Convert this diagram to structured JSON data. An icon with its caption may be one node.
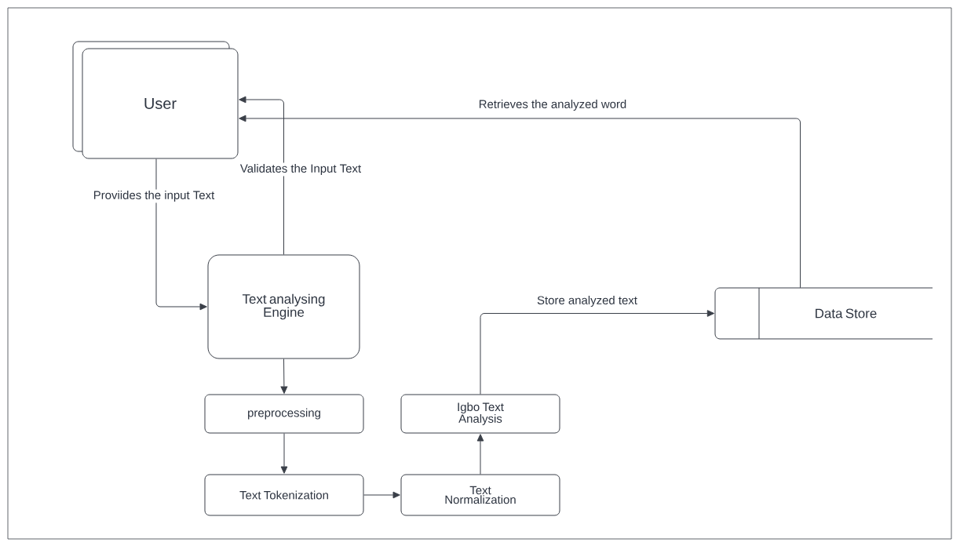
{
  "diagram": {
    "nodes": [
      {
        "text": [
          "User"
        ]
      },
      {
        "text": [
          "Text analysing Engine"
        ]
      },
      {
        "text": [
          "preprocessing"
        ]
      },
      {
        "text": [
          "Text Tokenization"
        ]
      },
      {
        "text": [
          "Igbo Text Analysis"
        ]
      },
      {
        "text": [
          "Text Normalization"
        ]
      },
      {
        "text": [
          "Data Store"
        ]
      }
    ],
    "edges": [
      {
        "from": 0,
        "to": 1,
        "arrow": "to",
        "label": "Proviides the input Text"
      },
      {
        "from": 1,
        "to": 0,
        "arrow": "to",
        "label": "Validates the Input Text"
      },
      {
        "from": 6,
        "to": 0,
        "arrow": "to",
        "label": "Retrieves the analyzed word"
      },
      {
        "from": 1,
        "to": 2,
        "arrow": "to"
      },
      {
        "from": 2,
        "to": 3,
        "arrow": "to"
      },
      {
        "from": 3,
        "to": 5,
        "arrow": "to"
      },
      {
        "from": 5,
        "to": 4,
        "arrow": "to"
      },
      {
        "from": 4,
        "to": 6,
        "arrow": "to",
        "label": "Store analyzed text"
      }
    ]
  }
}
